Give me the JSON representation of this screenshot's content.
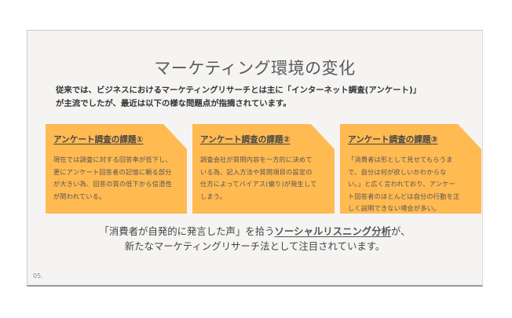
{
  "slide": {
    "title": "マーケティング環境の変化",
    "intro": {
      "line1": "従来では、ビジネスにおけるマーケティングリサーチとは主に「インターネット調査(アンケート)」",
      "line2": "が主流でしたが、最近は以下の様な問題点が指摘されています。"
    },
    "cards": [
      {
        "title": "アンケート調査の課題①",
        "lines": [
          "現在では調査に対する回答率が低下し、",
          "更にアンケート回答者の記憶に頼る部分",
          "が大きい為、回答の質の低下から信憑性",
          "が問われている。"
        ]
      },
      {
        "title": "アンケート調査の課題②",
        "lines": [
          "調査会社が質問内容を一方的に決めて",
          "いる為、記入方法や質問項目の設定の",
          "仕方によってバイアス(偏り)が発生して",
          "しまう。"
        ]
      },
      {
        "title": "アンケート調査の課題③",
        "lines": [
          "「消費者は形として見せてもらうま",
          "で、自分は何が欲しいかわからな",
          "い。」と広く言われており、アンケー",
          "ト回答者のほとんどは自分の行動を正",
          "しく説明できない場合が多い。"
        ]
      }
    ],
    "conclusion": {
      "line1_prefix": "「消費者が自発的に発言した声」を拾う",
      "line1_highlight": "ソーシャルリスニング分析",
      "line1_suffix": "が、",
      "line2": "新たなマーケティングリサーチ法として注目されています。"
    },
    "page_number": "05."
  },
  "colors": {
    "card_bg": "#ffba52",
    "slide_bg": "#f5f4f3",
    "title_text": "#5a5a5a"
  }
}
